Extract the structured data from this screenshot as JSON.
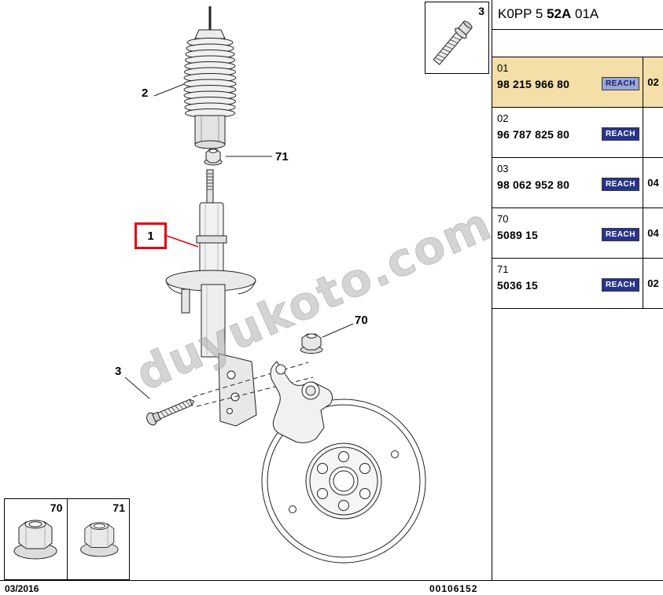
{
  "header": {
    "code_pre": "K0PP 5 ",
    "code_bold": "52A",
    "code_post": " 01A"
  },
  "parts_table": {
    "rows": [
      {
        "ref": "01",
        "part_number": "98 215 966 80",
        "badge": "REACH",
        "qty": "02",
        "highlighted": true
      },
      {
        "ref": "02",
        "part_number": "96 787 825 80",
        "badge": "REACH",
        "qty": "",
        "highlighted": false
      },
      {
        "ref": "03",
        "part_number": "98 062 952 80",
        "badge": "REACH",
        "qty": "04",
        "highlighted": false
      },
      {
        "ref": "70",
        "part_number": "5089 15",
        "badge": "REACH",
        "qty": "04",
        "highlighted": false
      },
      {
        "ref": "71",
        "part_number": "5036 15",
        "badge": "REACH",
        "qty": "02",
        "highlighted": false
      }
    ]
  },
  "diagram": {
    "callouts": {
      "strut": "1",
      "boot": "2",
      "bolt": "3",
      "nut70": "70",
      "nut71": "71"
    },
    "watermark": "duyukoto.com"
  },
  "insets": {
    "bolt_label": "3",
    "nut70_label": "70",
    "nut71_label": "71"
  },
  "footer": {
    "date": "03/2016",
    "doc_number": "00106152"
  },
  "colors": {
    "highlight_row_bg": "#F3DFA7",
    "reach_badge_bg": "#27348B",
    "reach_badge_bg_highlight": "#9AA7D6",
    "reach_badge_text": "#FFFFFF",
    "callout_box_red": "#E8000D"
  }
}
